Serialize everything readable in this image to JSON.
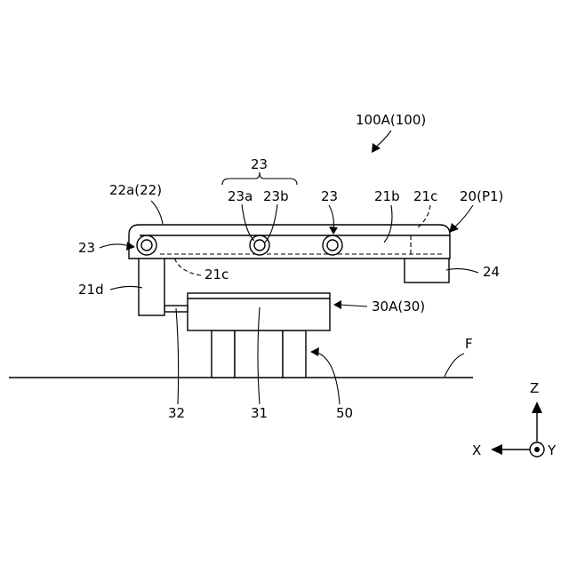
{
  "labels": {
    "apparatus": "100A(100)",
    "roller_group": "23",
    "roller_part_a": "23a",
    "roller_part_b": "23b",
    "roller_mid": "23",
    "roller_left": "23",
    "belt_top": "22a(22)",
    "frame_inner": "21b",
    "frame_dash_right": "21c",
    "frame_dash_left": "21c",
    "conveyor_unit": "20(P1)",
    "support_block": "24",
    "leg": "21d",
    "machine_unit": "30A(30)",
    "machine_body": "31",
    "connecting_rod": "32",
    "pedestal": "50",
    "floor": "F"
  },
  "axes": {
    "z": "Z",
    "x": "X",
    "y": "Y"
  }
}
